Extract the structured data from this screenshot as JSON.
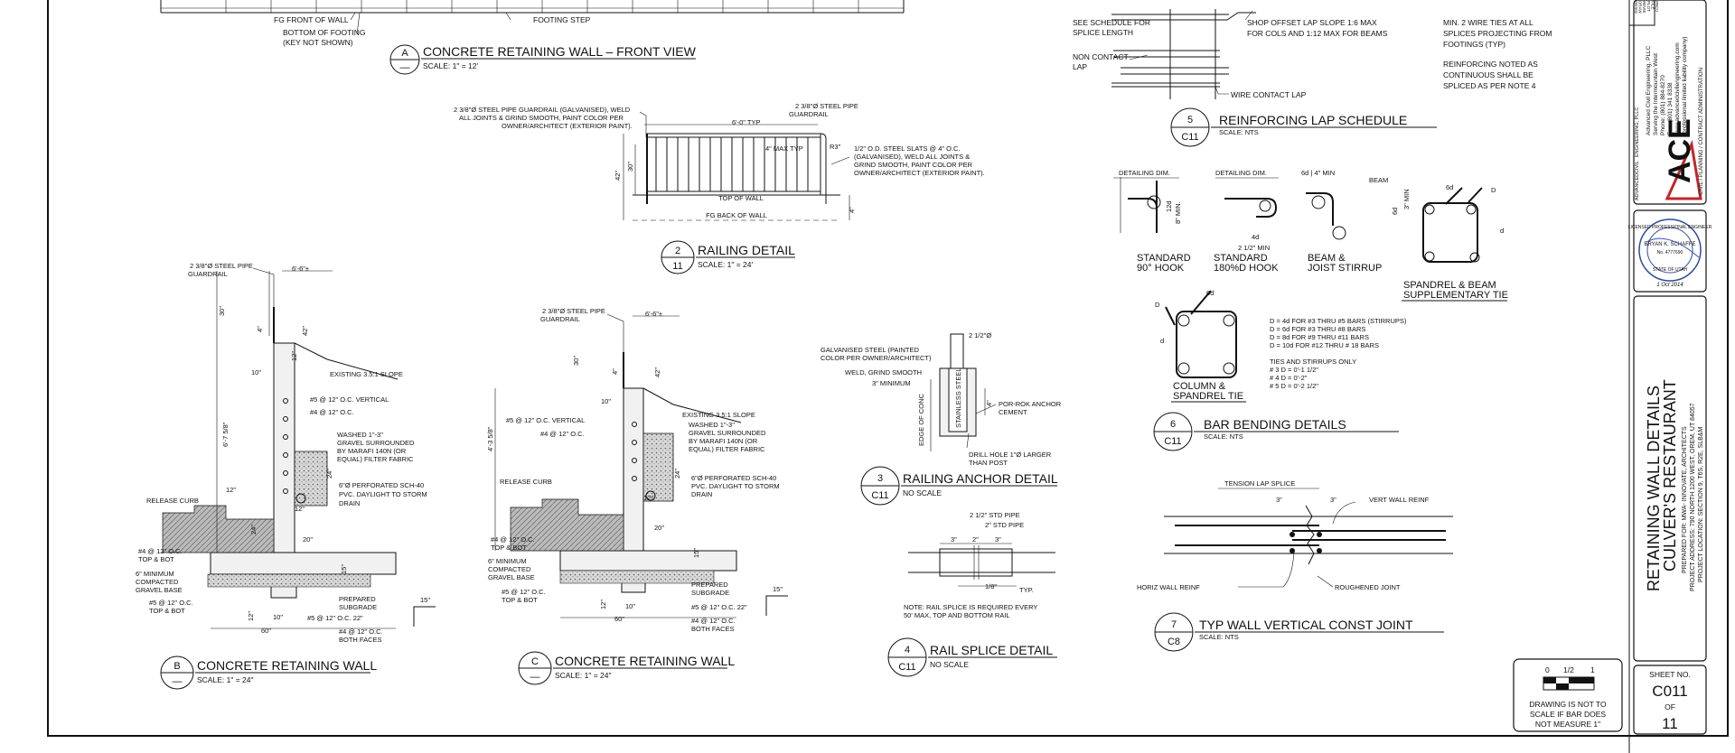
{
  "sheet": {
    "project_title_1": "RETAINING WALL DETAILS",
    "project_title_2": "CULVER'S RESTAURANT",
    "prepared_for": "PREPARED FOR: MWA- INNOVATE, ARCHITECTS",
    "project_address": "PROJECT ADDRESS: 790 NORTH 1200 WEST, OREM, UT 84057",
    "project_location": "PROJECT LOCATION: SECTION 9, T6S, R2E, SLB&M",
    "sheet_no_label": "SHEET NO.",
    "sheet_no": "C011",
    "of_label": "OF",
    "total_sheets": "11",
    "scale_bar_0": "0",
    "scale_bar_half": "1/2",
    "scale_bar_1": "1",
    "scale_note": "DRAWING IS NOT TO SCALE IF BAR DOES NOT MEASURE 1\"",
    "tb_codes": [
      "DESIG",
      "DRAW",
      "REVIE",
      "PLOT",
      "FILE",
      "PROJ"
    ],
    "firm_name": "Advanced Civil Engineering, PLLC",
    "firm_line2": "Serving the Intermountain West",
    "firm_phone": "Phone: (801) 884-8270",
    "firm_fax": "Fax: (801) 341 8338",
    "firm_web": "www.advancedcivilengineering.com",
    "firm_type": "(professional limited liability company)",
    "firm_services": "CIVIL / PLANNING / CONTRACT ADMINISTRATION",
    "logo_letters": "ACE",
    "logo_side_1": "ADVANCED",
    "logo_side_2": "CIVIL",
    "logo_side_3": "ENGINEERING, PLLC",
    "seal_text_top": "LICENSED PROFESSIONAL ENGINEER",
    "seal_name": "BRYAN K. SCHAFFE",
    "seal_no": "No. 4777690",
    "seal_state": "STATE OF UTAH",
    "seal_date": "1 Oct 2014"
  },
  "details": {
    "A": {
      "marker": "A",
      "sheet": "—",
      "title": "CONCRETE RETAINING WALL – FRONT VIEW",
      "scale": "SCALE: 1\" = 12'"
    },
    "B": {
      "marker": "B",
      "sheet": "—",
      "title": "CONCRETE RETAINING WALL",
      "scale": "SCALE: 1\" = 24\""
    },
    "C": {
      "marker": "C",
      "sheet": "—",
      "title": "CONCRETE RETAINING WALL",
      "scale": "SCALE: 1\" = 24\""
    },
    "d2": {
      "marker": "2",
      "sheet": "11",
      "title": "RAILING DETAIL",
      "scale": "SCALE: 1\" = 24'"
    },
    "d3": {
      "marker": "3",
      "sheet": "C11",
      "title": "RAILING ANCHOR DETAIL",
      "scale": "NO SCALE"
    },
    "d4": {
      "marker": "4",
      "sheet": "C11",
      "title": "RAIL SPLICE DETAIL",
      "scale": "NO SCALE"
    },
    "d5": {
      "marker": "5",
      "sheet": "C11",
      "title": "REINFORCING LAP SCHEDULE",
      "scale": "SCALE: NTS"
    },
    "d6": {
      "marker": "6",
      "sheet": "C11",
      "title": "BAR BENDING DETAILS",
      "scale": "SCALE: NTS"
    },
    "d7": {
      "marker": "7",
      "sheet": "C8",
      "title": "TYP WALL VERTICAL CONST JOINT",
      "scale": "SCALE: NTS"
    }
  },
  "labels_front": {
    "fg_front": "FG FRONT OF WALL",
    "bottom_footing": "BOTTOM OF FOOTING",
    "key_not_shown": "(KEY NOT SHOWN)",
    "footing_step": "FOOTING STEP"
  },
  "labels_railing": {
    "pipe_note_1": "2 3/8\"Ø STEEL PIPE GUARDRAIL (GALVANISED), WELD",
    "pipe_note_2": "ALL JOINTS & GRIND SMOOTH, PAINT COLOR PER",
    "pipe_note_3": "OWNER/ARCHITECT (EXTERIOR PAINT).",
    "pipe_top": "2 3/8\"Ø STEEL PIPE",
    "guardrail": "GUARDRAIL",
    "six_zero": "6'-0\" TYP",
    "max4": "4\" MAX TYP",
    "slat_1": "1/2\" O.D. STEEL SLATS @ 4\" O.C.",
    "slat_2": "(GALVANISED), WELD ALL JOINTS &",
    "slat_3": "GRIND SMOOTH, PAINT COLOR PER",
    "slat_4": "OWNER/ARCHITECT (EXTERIOR PAINT).",
    "top_of_wall": "TOP OF WALL",
    "fg_back": "FG BACK OF WALL",
    "dim42": "42\"",
    "dim30": "30\"",
    "dim4": "4\"",
    "dim_r": "R3\""
  },
  "labels_wall_b": {
    "pipe": "2 3/8\"Ø STEEL PIPE",
    "guardrail": "GUARDRAIL",
    "dim_top": "6'-6\"±",
    "slope": "EXISTING 3.5:1 SLOPE",
    "vert": "#5 @ 12\" O.C. VERTICAL",
    "horiz": "#4 @ 12\" O.C.",
    "gravel_1": "WASHED 1\"-3\"",
    "gravel_2": "GRAVEL SURROUNDED",
    "gravel_3": "BY MARAFI 140N (OR",
    "gravel_4": "EQUAL) FILTER FABRIC",
    "drain_1": "6\"Ø PERFORATED SCH-40",
    "drain_2": "PVC. DAYLIGHT TO STORM",
    "drain_3": "DRAIN",
    "release_curb": "RELEASE CURB",
    "top_bot_1": "#4 @ 12\" O.C.",
    "top_bot_2": "TOP & BOT",
    "min6_1": "6\" MINIMUM",
    "min6_2": "COMPACTED",
    "min6_3": "GRAVEL BASE",
    "top_bot_3": "#5 @ 12\" O.C.",
    "top_bot_4": "TOP & BOT",
    "prep_1": "PREPARED",
    "prep_2": "SUBGRADE",
    "bar22": "#5 @ 12\" O.C. 22\"",
    "faces_1": "#4 @ 12\" O.C.",
    "faces_2": "BOTH FACES",
    "dim_height": "6'-7 5/8\"",
    "d30": "30\"",
    "d4": "4\"",
    "d42": "42\"",
    "d12a": "12\"",
    "d10": "10\"",
    "d24": "24\"",
    "d12b": "12\"",
    "d12c": "12\"",
    "d24b": "24\"",
    "d20": "20\"",
    "d15": "15\"",
    "d12d": "12\"",
    "d10b": "10\"",
    "d60": "60\"",
    "d15b": "15\""
  },
  "labels_wall_c": {
    "pipe": "2 3/8\"Ø STEEL PIPE",
    "guardrail": "GUARDRAIL",
    "dim_top": "6'-6\"±",
    "slope": "EXISTING 3.5:1 SLOPE",
    "vert": "#5 @ 12\" O.C. VERTICAL",
    "horiz": "#4 @ 12\" O.C.",
    "gravel_1": "WASHED 1\"-3\"",
    "gravel_2": "GRAVEL SURROUNDED",
    "gravel_3": "BY MARAFI 140N (OR",
    "gravel_4": "EQUAL) FILTER FABRIC",
    "drain_1": "6\"Ø PERFORATED SCH-40",
    "drain_2": "PVC. DAYLIGHT TO STORM",
    "drain_3": "DRAIN",
    "release_curb": "RELEASE CURB",
    "top_bot_1": "#4 @ 12\" O.C.",
    "top_bot_2": "TOP & BOT",
    "min6_1": "6\" MINIMUM",
    "min6_2": "COMPACTED",
    "min6_3": "GRAVEL BASE",
    "top_bot_3": "#5 @ 12\" O.C.",
    "top_bot_4": "TOP & BOT",
    "prep_1": "PREPARED",
    "prep_2": "SUBGRADE",
    "bar22": "#5 @ 12\" O.C. 22\"",
    "faces_1": "#4 @ 12\" O.C.",
    "faces_2": "BOTH FACES",
    "dim_height": "4'-3 5/8\"",
    "d30": "30\"",
    "d4": "4\"",
    "d42": "42\"",
    "d10": "10\"",
    "d24": "24\"",
    "d12": "12\"",
    "d20": "20\"",
    "d15": "15\"",
    "d12b": "12\"",
    "d10b": "10\"",
    "d60": "60\"",
    "d15b": "15\""
  },
  "labels_anchor": {
    "pipe": "2 1/2\"Ø",
    "galv_1": "GALVANISED STEEL (PAINTED",
    "galv_2": "COLOR PER OWNER/ARCHITECT)",
    "weld": "WELD, GRIND SMOOTH",
    "min3": "3\" MINIMUM",
    "edge": "EDGE OF CONC",
    "stainless": "STAINLESS STEEL",
    "por_1": "POR-ROK ANCHOR",
    "por_2": "CEMENT",
    "drill_1": "DRILL HOLE 1\"Ø LARGER",
    "drill_2": "THAN POST",
    "d4": "4\""
  },
  "labels_splice": {
    "p1": "2 1/2\" STD PIPE",
    "p2": "2\" STD PIPE",
    "d3a": "3\"",
    "d2": "2\"",
    "d3b": "3\"",
    "gap": "1/8\"",
    "typ": "TYP.",
    "note_1": "NOTE: RAIL SPLICE IS REQUIRED EVERY",
    "note_2": "50' MAX, TOP AND BOTTOM RAIL"
  },
  "labels_lap": {
    "sched_1": "SEE SCHEDULE FOR",
    "sched_2": "SPLICE LENGTH",
    "shop_1": "SHOP OFFSET LAP SLOPE 1:6 MAX",
    "shop_2": "FOR COLS AND 1:12 MAX FOR BEAMS",
    "non_1": "NON CONTACT",
    "non_2": "LAP",
    "wire": "WIRE CONTACT LAP",
    "min2_1": "MIN. 2 WIRE TIES AT ALL",
    "min2_2": "SPLICES PROJECTING FROM",
    "min2_3": "FOOTINGS (TYP)",
    "reinf_1": "REINFORCING NOTED AS",
    "reinf_2": "CONTINUOUS SHALL BE",
    "reinf_3": "SPLICED AS PER NOTE 4"
  },
  "labels_bend": {
    "detail_dim": "DETAILING DIM.",
    "std90_1": "STANDARD",
    "std90_2": "90° HOOK",
    "std180_1": "STANDARD",
    "std180_2": "180%D HOOK",
    "beam_1": "BEAM &",
    "beam_2": "JOIST STIRRUP",
    "spandrel_1": "SPANDREL & BEAM",
    "spandrel_2": "SUPPLEMENTARY TIE",
    "col_1": "COLUMN &",
    "col_2": "SPANDREL TIE",
    "min4": "6d | 4\" MIN",
    "beam": "BEAM",
    "min3": "3\" MIN",
    "d12": "12d",
    "d4d": "4d",
    "min212": "2 1/2\" MIN",
    "min8": "8\" MIN.",
    "d6": "6d",
    "d_label": "D",
    "small_d": "d",
    "rule_1": "D = 4d FOR #3 THRU #5 BARS (STIRRUPS)",
    "rule_2": "D = 6d FOR #3 THRU #8 BARS",
    "rule_3": "D = 8d FOR #9 THRU #11 BARS",
    "rule_4": "D = 10d FOR #12 THRU # 18 BARS",
    "ties_1": "TIES AND STIRRUPS ONLY",
    "ties_2": "# 3 D = 0'-1 1/2\"",
    "ties_3": "# 4 D = 0'-2\"",
    "ties_4": "# 5 D = 0'-2 1/2\""
  },
  "labels_joint": {
    "tension": "TENSION LAP SPLICE",
    "d3a": "3\"",
    "d3b": "3\"",
    "vert": "VERT WALL REINF",
    "horiz": "HORIZ WALL REINF",
    "rough": "ROUGHENED JOINT"
  }
}
